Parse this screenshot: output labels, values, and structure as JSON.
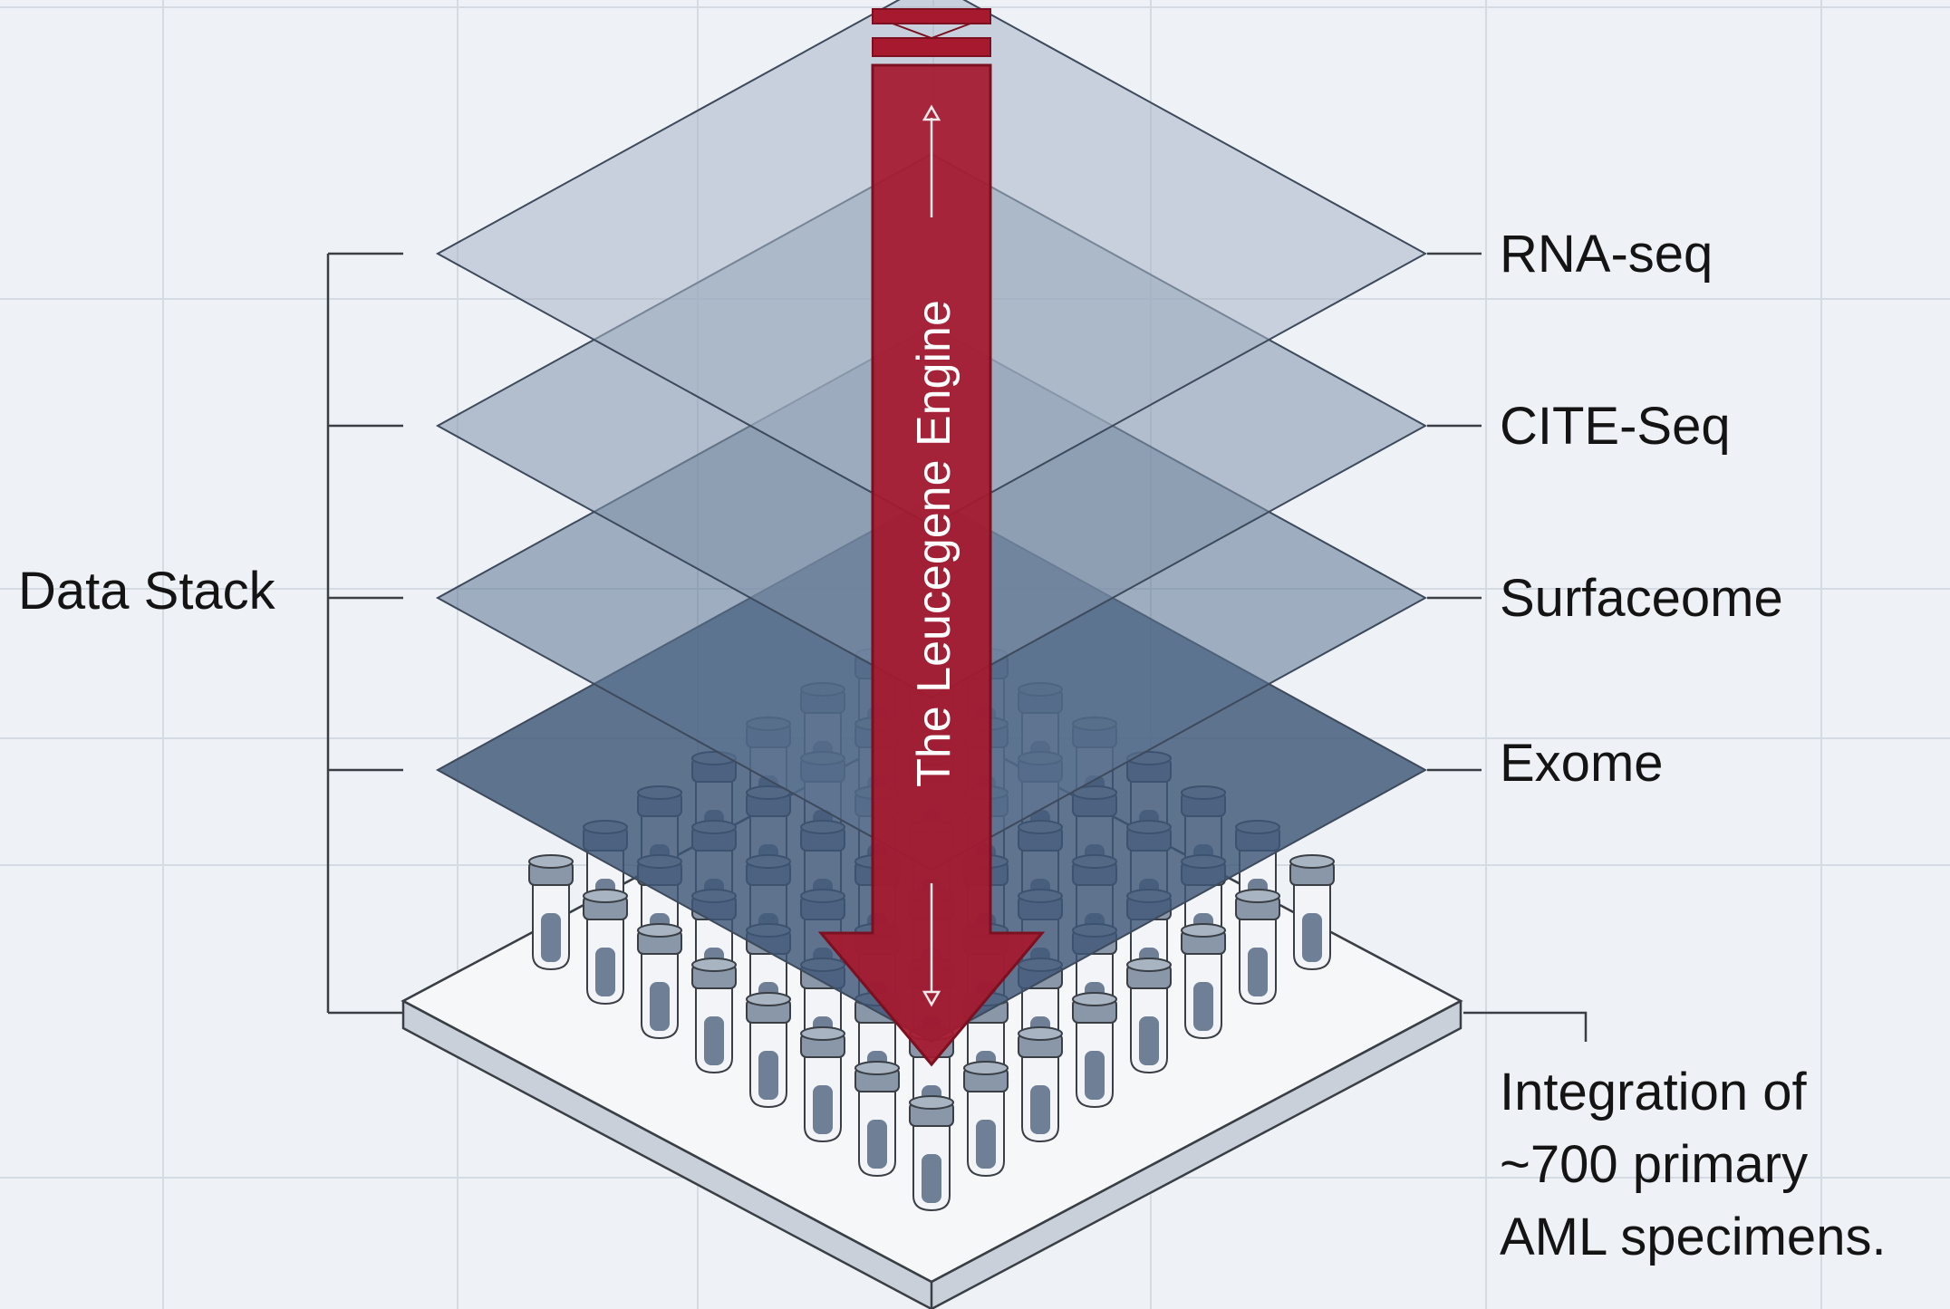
{
  "diagram": {
    "engine_label": "The Leucegene Engine",
    "stack_label": "Data Stack",
    "layers": [
      {
        "label": "RNA-seq",
        "color": "#a7b4c6"
      },
      {
        "label": "CITE-Seq",
        "color": "#8193ab"
      },
      {
        "label": "Surfaceome",
        "color": "#5d7491"
      },
      {
        "label": "Exome",
        "color": "#3e5778"
      }
    ],
    "base_caption": {
      "lines": [
        "Integration of",
        "~700 primary",
        "AML specimens."
      ]
    },
    "colors": {
      "background": "#eef1f5",
      "arrow": "#a6192e",
      "arrow_dark": "#7d1020",
      "tube_cap": "#8a97a8",
      "tube_fill": "#6e7f96",
      "plate_top": "#f6f7f9",
      "line": "#3a3f46"
    },
    "icons": [
      "test-tube-icon",
      "down-arrow-icon"
    ]
  }
}
